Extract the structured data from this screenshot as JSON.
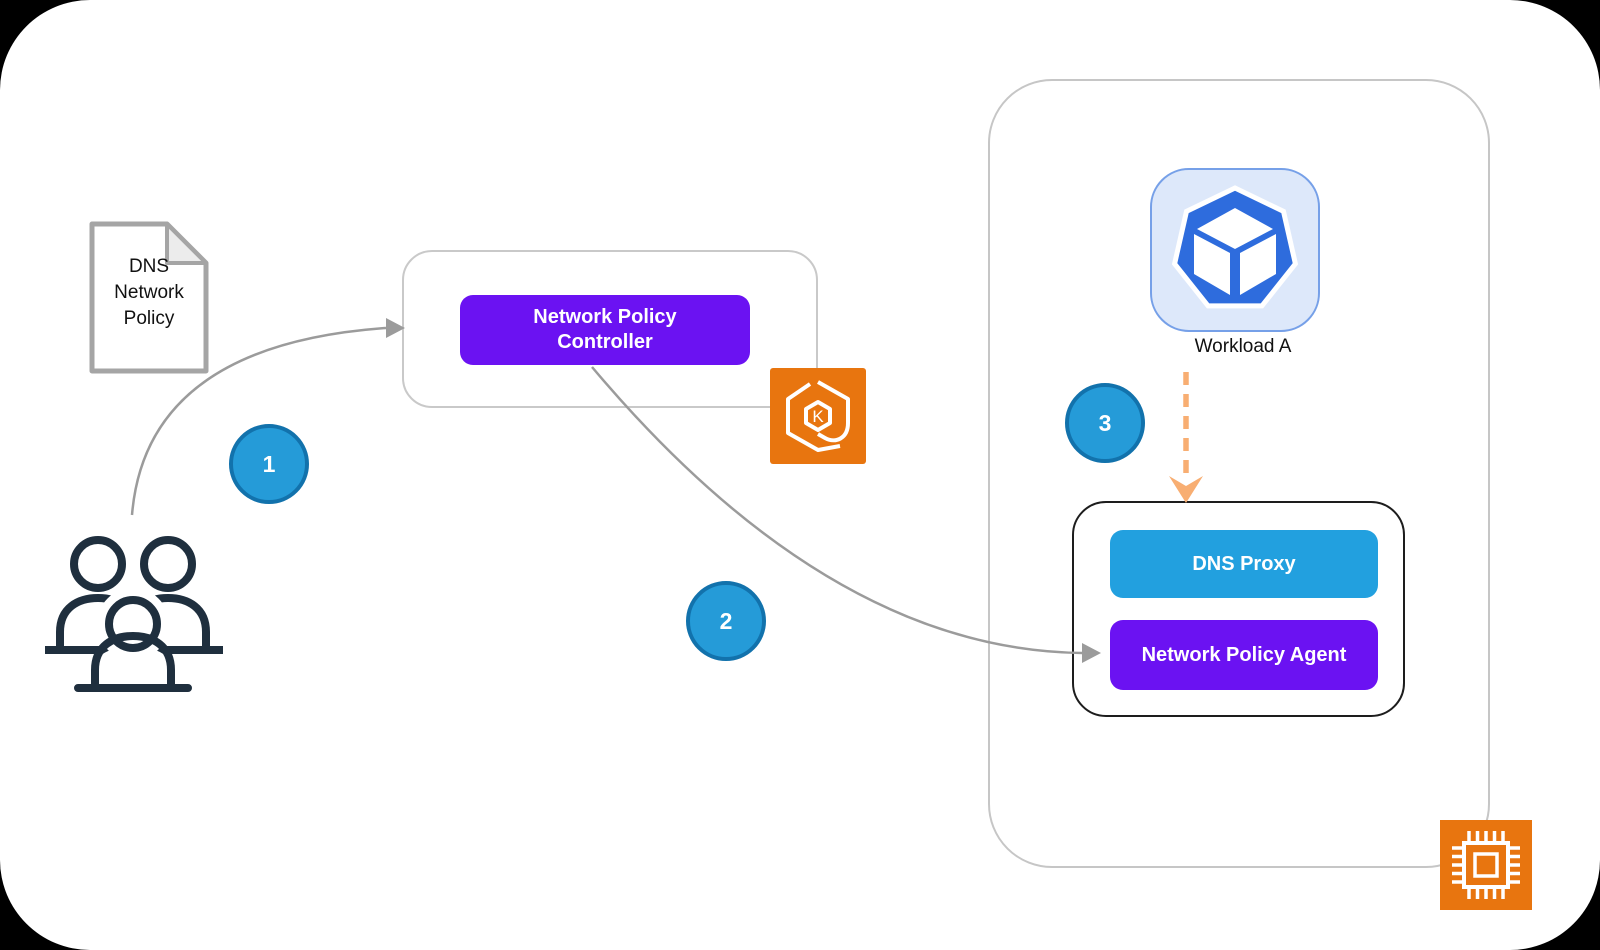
{
  "colors": {
    "accent_purple": "#6b12f2",
    "proxy_blue": "#22a0df",
    "step_circle_fill": "#259bd8",
    "step_circle_border": "#1272ac",
    "aws_orange": "#e8750f",
    "dashed_arrow_orange": "#f8ae72",
    "workload_blue": "#2e6cdd",
    "workload_tile_bg": "#dde8fa",
    "users_icon_dark": "#1f2f3e",
    "arrow_gray": "#9b9b9b"
  },
  "document_icon": {
    "lines": [
      "DNS",
      "Network",
      "Policy"
    ]
  },
  "controller": {
    "label": "Network Policy Controller"
  },
  "steps": [
    {
      "label": "1"
    },
    {
      "label": "2"
    },
    {
      "label": "3"
    }
  ],
  "workload": {
    "label": "Workload A"
  },
  "node": {
    "dns_proxy": {
      "label": "DNS Proxy"
    },
    "agent": {
      "label": "Network Policy Agent"
    }
  },
  "eks": {
    "letter": "K"
  },
  "icons": {
    "users": "users-icon",
    "eks": "kubernetes-hexagon-icon",
    "workload": "workload-pod-icon",
    "instance": "cpu-chip-icon",
    "document": "document-icon"
  }
}
